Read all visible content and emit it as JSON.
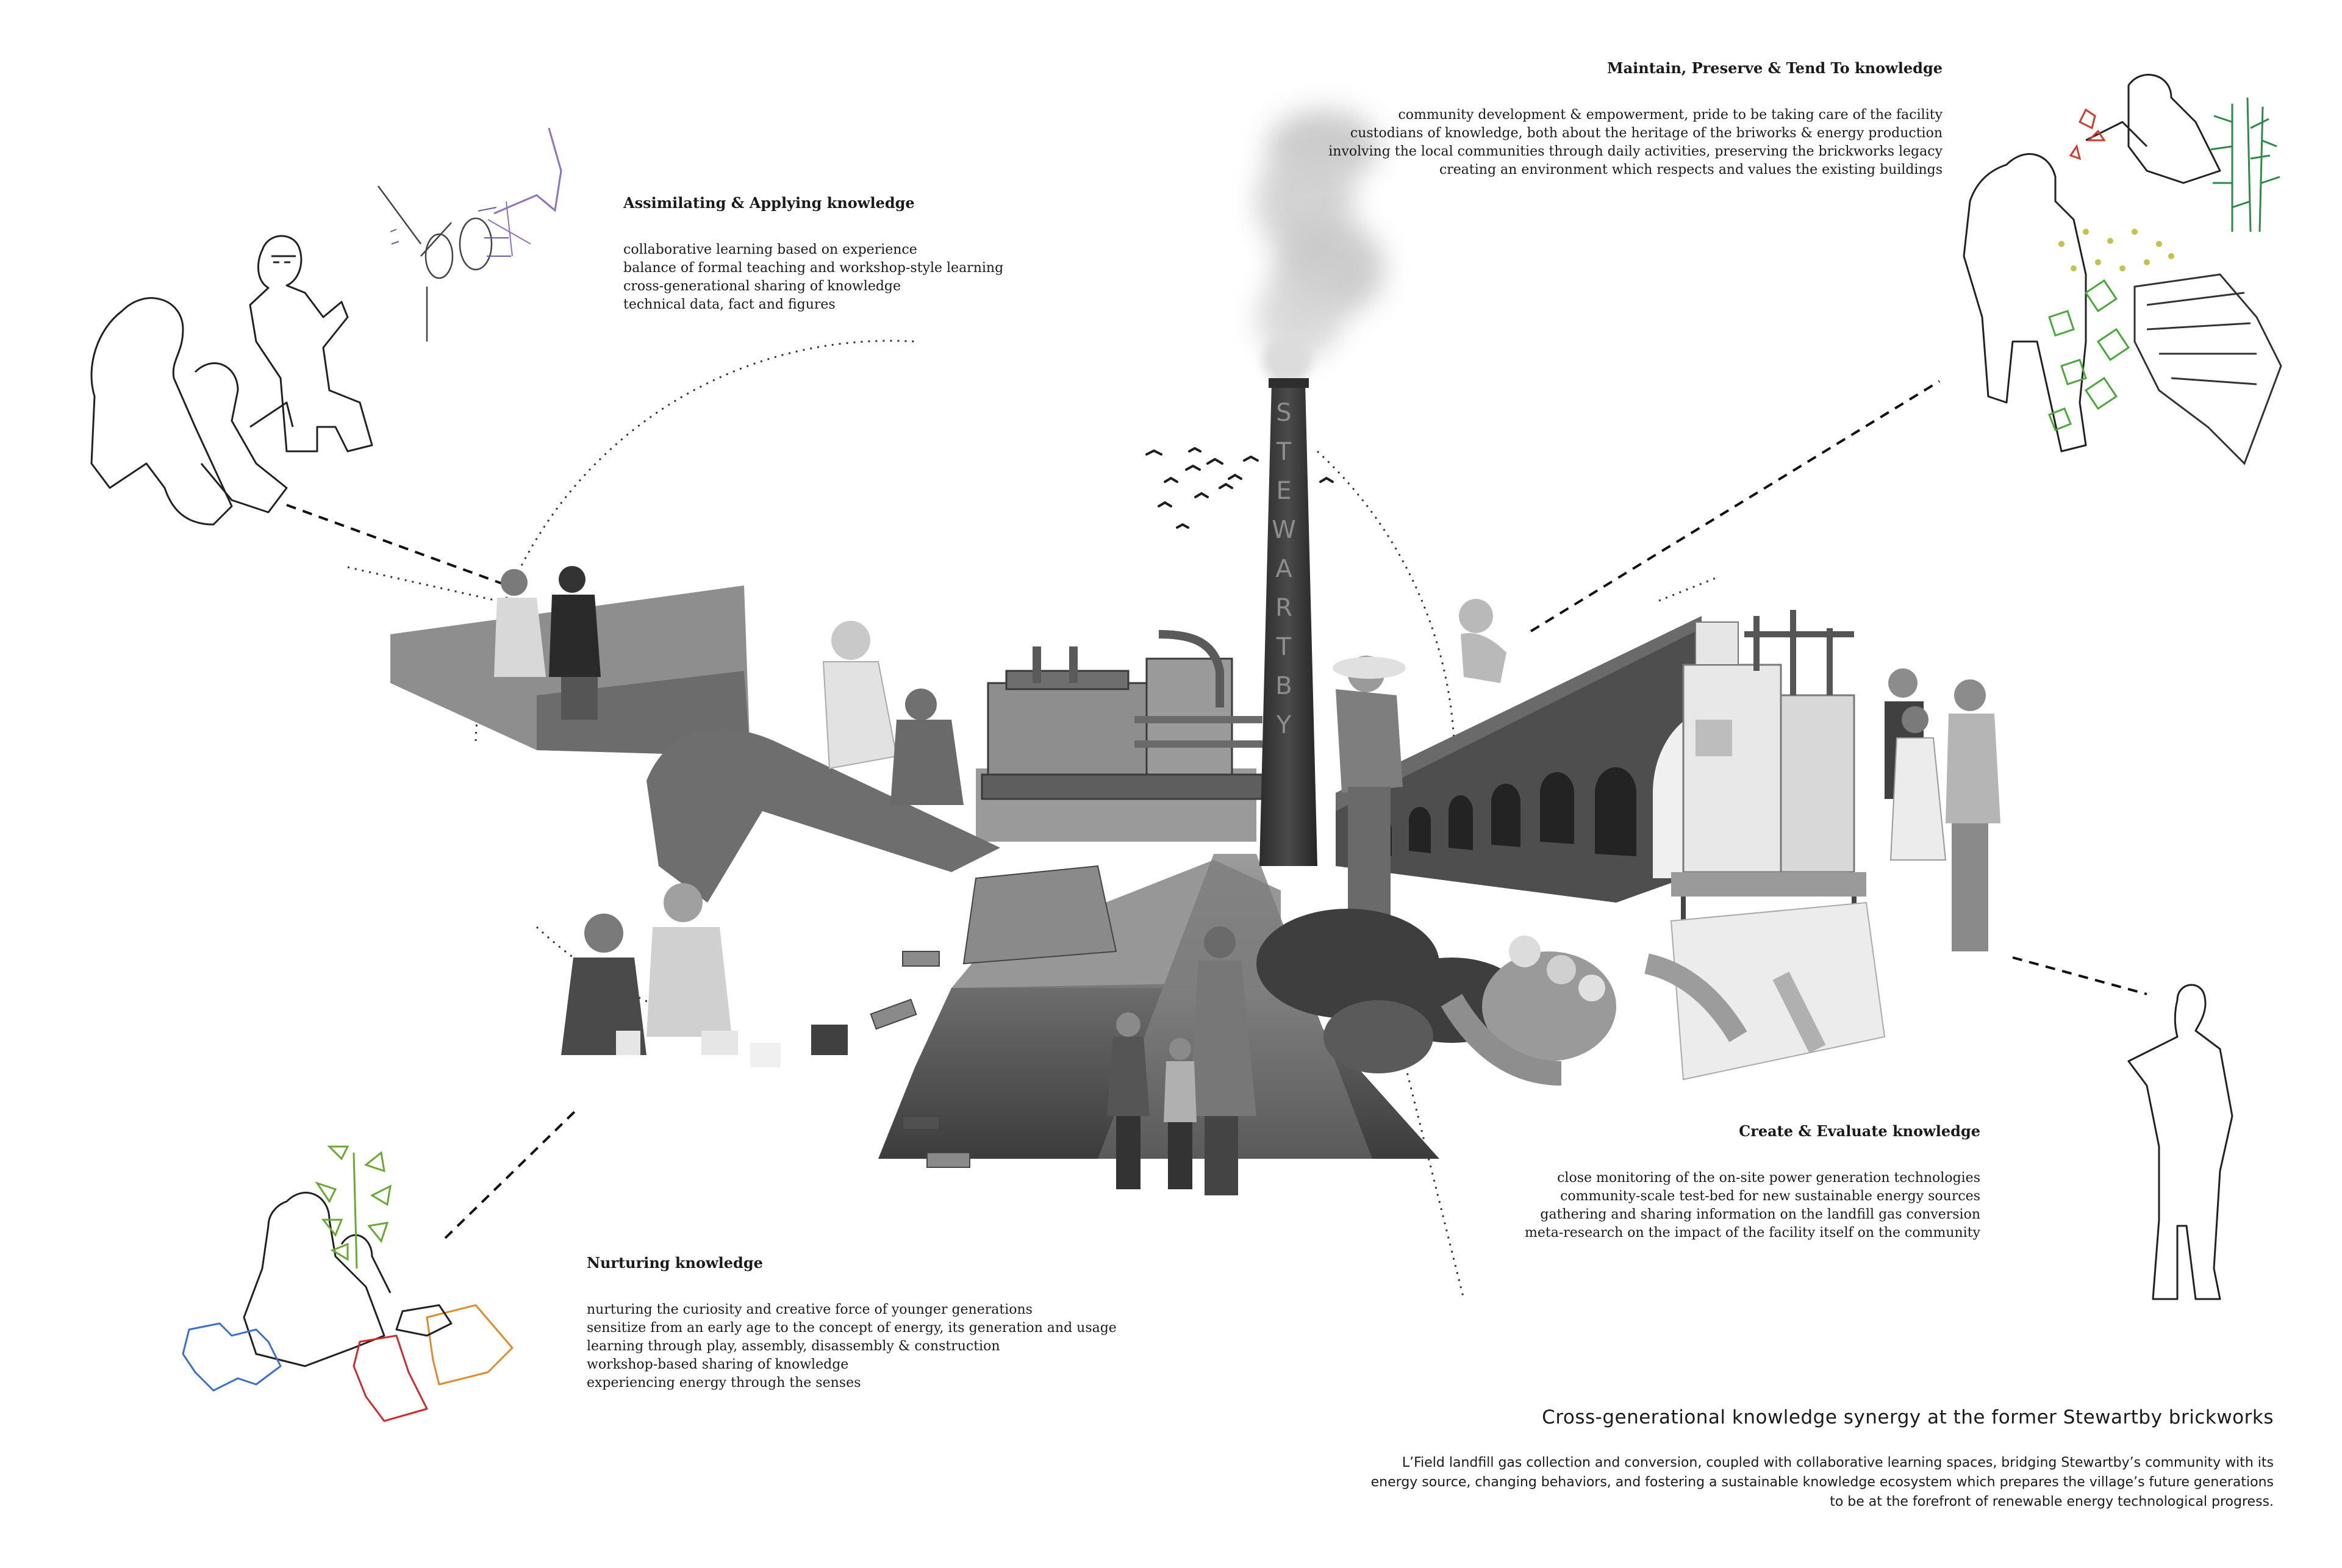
{
  "chimney": {
    "text": "STEWARTBY"
  },
  "colors": {
    "outline": "#222222",
    "photo_dark": "#4a4a4a",
    "photo_mid": "#8a8a8a",
    "photo_light": "#c8c8c8",
    "plant_green": "#6aa832",
    "plant_red": "#d23a2a",
    "toy_blue": "#3a6fd0",
    "toy_orange": "#e08a2a",
    "toy_red": "#d02a2a",
    "moss_yellow": "#b8b82a"
  },
  "icons": [
    "seated-couple-outline",
    "elderly-woman-outline",
    "wind-turbine-exploded-diagram",
    "gardener-outline",
    "bamboo-icon",
    "ivy-icon",
    "standing-man-outline",
    "mother-child-outline",
    "toy-blocks-icon",
    "birds-flock-icon",
    "smoke-plume"
  ],
  "sections": {
    "assimilating": {
      "title": "Assimilating & Applying knowledge",
      "lines": [
        "collaborative learning based on experience",
        "balance of formal teaching and workshop-style learning",
        "cross-generational sharing of knowledge",
        "technical data, fact and figures"
      ]
    },
    "maintain": {
      "title": "Maintain, Preserve & Tend To knowledge",
      "lines": [
        "community development & empowerment, pride to be taking care of the facility",
        "custodians of knowledge, both about the heritage of the briworks & energy production",
        "involving the local communities through daily activities, preserving the brickworks legacy",
        "creating an environment which respects and values the existing buildings"
      ]
    },
    "create": {
      "title": "Create & Evaluate knowledge",
      "lines": [
        "close monitoring of the on-site power generation technologies",
        "community-scale test-bed for new sustainable energy sources",
        "gathering and sharing information on the landfill gas conversion",
        "meta-research on the impact of the facility itself on the community"
      ]
    },
    "nurturing": {
      "title": "Nurturing knowledge",
      "lines": [
        "nurturing the curiosity and creative force of younger generations",
        "sensitize from an early age to the concept of energy, its generation and usage",
        "learning through play, assembly, disassembly & construction",
        "workshop-based sharing of knowledge",
        "experiencing energy through the senses"
      ]
    }
  },
  "main": {
    "title": "Cross-generational knowledge synergy at the former Stewartby brickworks",
    "lines": [
      "L’Field landfill gas collection and conversion, coupled with collaborative learning spaces, bridging Stewartby’s community with its",
      "energy source, changing behaviors, and fostering a sustainable knowledge ecosystem which prepares the village’s future generations",
      "to be at the forefront of renewable energy technological progress."
    ]
  }
}
